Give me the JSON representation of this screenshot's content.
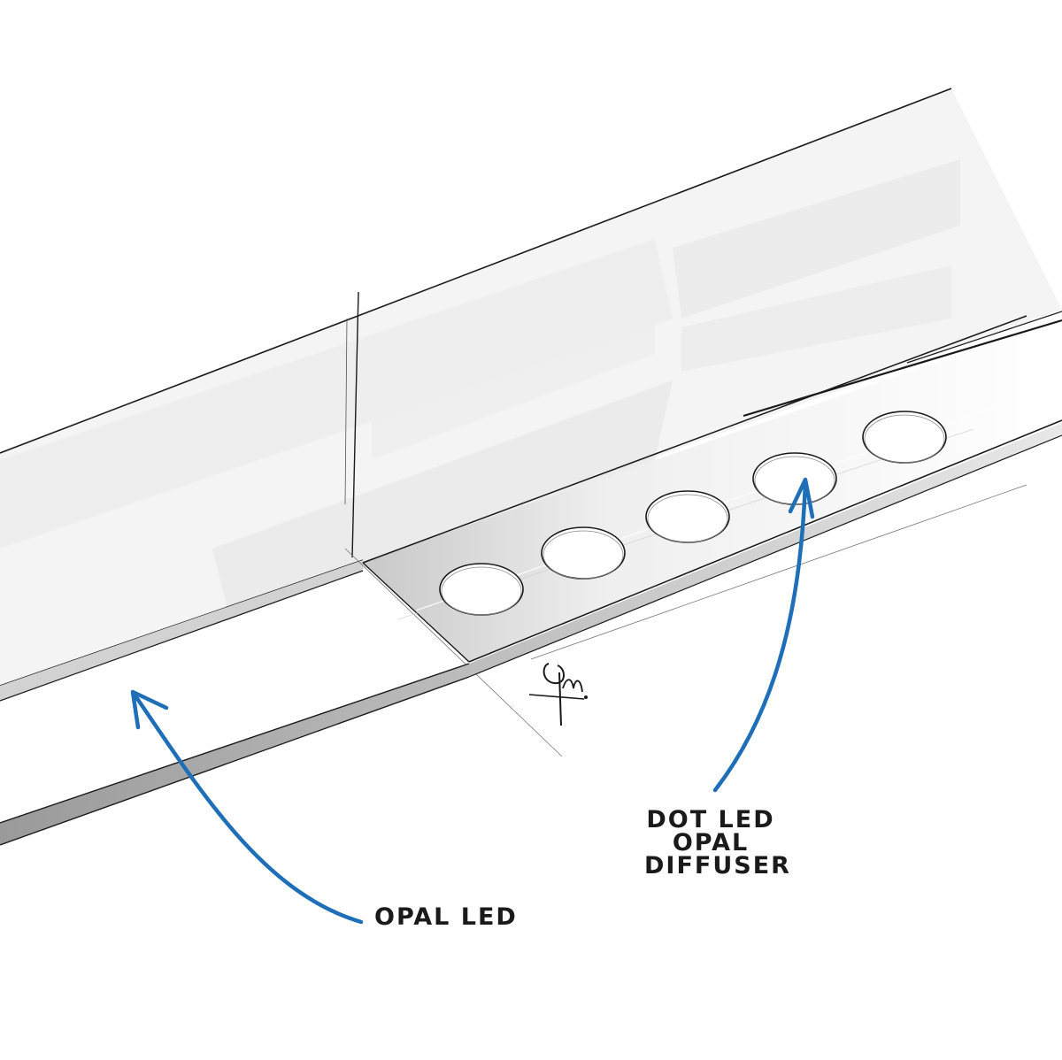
{
  "callouts": {
    "opal_led": "OPAL LED",
    "dot_led_line1": "DOT LED",
    "dot_led_line2": "OPAL",
    "dot_led_line3": "DIFFUSER"
  },
  "colors": {
    "arrow": "#1f6fb8",
    "ink": "#1a1a1a",
    "panel_light": "#f2f2f2",
    "panel_shade": "#e4e4e4"
  },
  "signature": "GM",
  "dot_led_count": 5
}
